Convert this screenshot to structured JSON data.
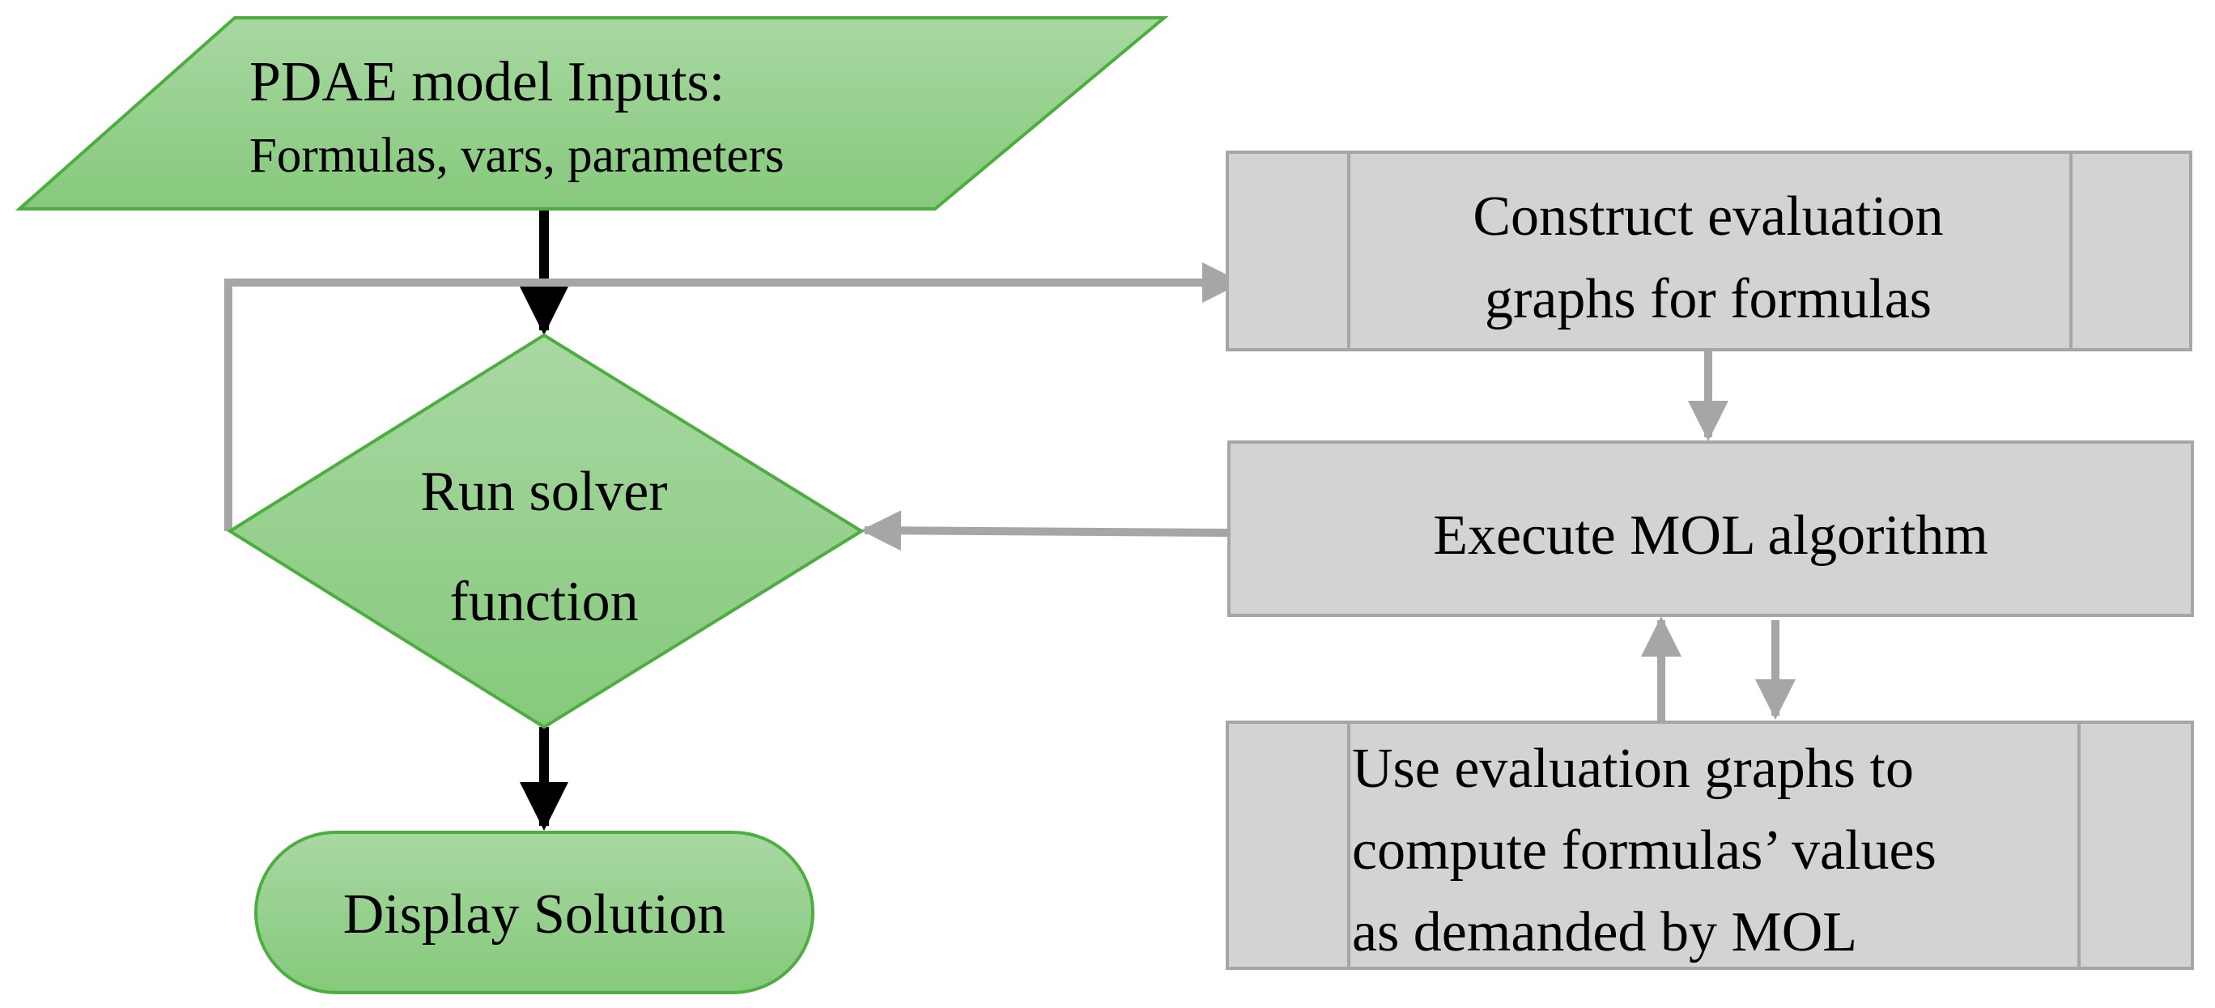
{
  "nodes": {
    "input": {
      "line1": "PDAE model Inputs:",
      "line2": "Formulas, vars, parameters"
    },
    "decision": {
      "line1": "Run solver",
      "line2": "function"
    },
    "output": {
      "label": "Display Solution"
    },
    "construct": {
      "line1": "Construct evaluation",
      "line2": "graphs for formulas"
    },
    "execute": {
      "label": "Execute MOL algorithm"
    },
    "use": {
      "line1": "Use evaluation graphs to",
      "line2": "compute formulas’ values",
      "line3": "as demanded by MOL"
    }
  },
  "colors": {
    "green_fill_top": "#a8d8a2",
    "green_fill_bottom": "#86c97c",
    "green_stroke": "#4cae3e",
    "gray_fill": "#d3d3d3",
    "gray_stroke": "#a6a6a6",
    "gray_arrow": "#a6a6a6",
    "black_arrow": "#000000"
  }
}
